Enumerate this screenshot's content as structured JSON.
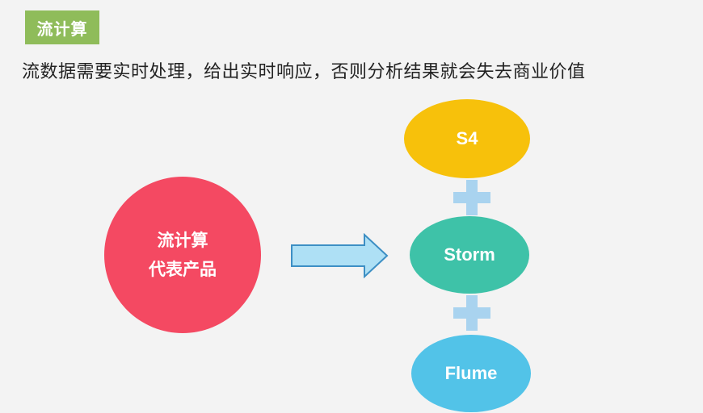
{
  "header": {
    "badge": "流计算",
    "subtitle": "流数据需要实时处理，给出实时响应，否则分析结果就会失去商业价值"
  },
  "diagram": {
    "center_label_line1": "流计算",
    "center_label_line2": "代表产品",
    "products": [
      "S4",
      "Storm",
      "Flume"
    ],
    "colors": {
      "badge": "#8fbc5a",
      "center_circle": "#f44962",
      "s4": "#f7c10b",
      "storm": "#3ec2a8",
      "flume": "#52c3e8",
      "arrow_fill": "#aee0f5",
      "arrow_stroke": "#3d8fc4",
      "plus": "#a9d3ef"
    }
  }
}
